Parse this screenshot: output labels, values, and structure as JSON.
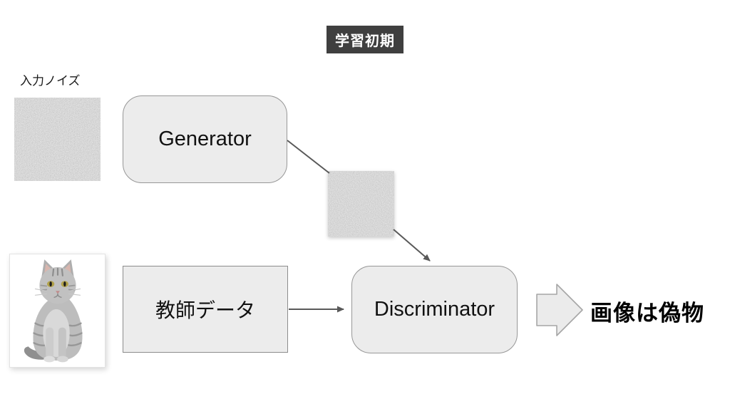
{
  "stage_badge": {
    "label": "学習初期"
  },
  "input_noise": {
    "label": "入力ノイズ"
  },
  "nodes": {
    "generator": {
      "label": "Generator"
    },
    "teacher_data": {
      "label": "教師データ"
    },
    "discriminator": {
      "label": "Discriminator"
    }
  },
  "result": {
    "label": "画像は偽物"
  },
  "images": {
    "input_noise": "random-gray-noise",
    "generated_noise": "random-gray-noise",
    "teacher_sample": "gray-tabby-kitten-photo"
  },
  "connectors": [
    {
      "from": "generator",
      "to": "generated-noise",
      "arrowhead": false
    },
    {
      "from": "generated-noise",
      "to": "discriminator",
      "arrowhead": true
    },
    {
      "from": "teacher-data",
      "to": "discriminator",
      "arrowhead": true
    },
    {
      "from": "discriminator",
      "to": "result",
      "style": "block-arrow"
    }
  ],
  "colors": {
    "badge_bg": "#3f3f3f",
    "badge_text": "#ffffff",
    "node_fill": "#ececec",
    "node_border": "#979797",
    "connector": "#595959",
    "block_arrow_fill": "#ebebeb",
    "block_arrow_border": "#a6a6a6",
    "text": "#000000"
  }
}
